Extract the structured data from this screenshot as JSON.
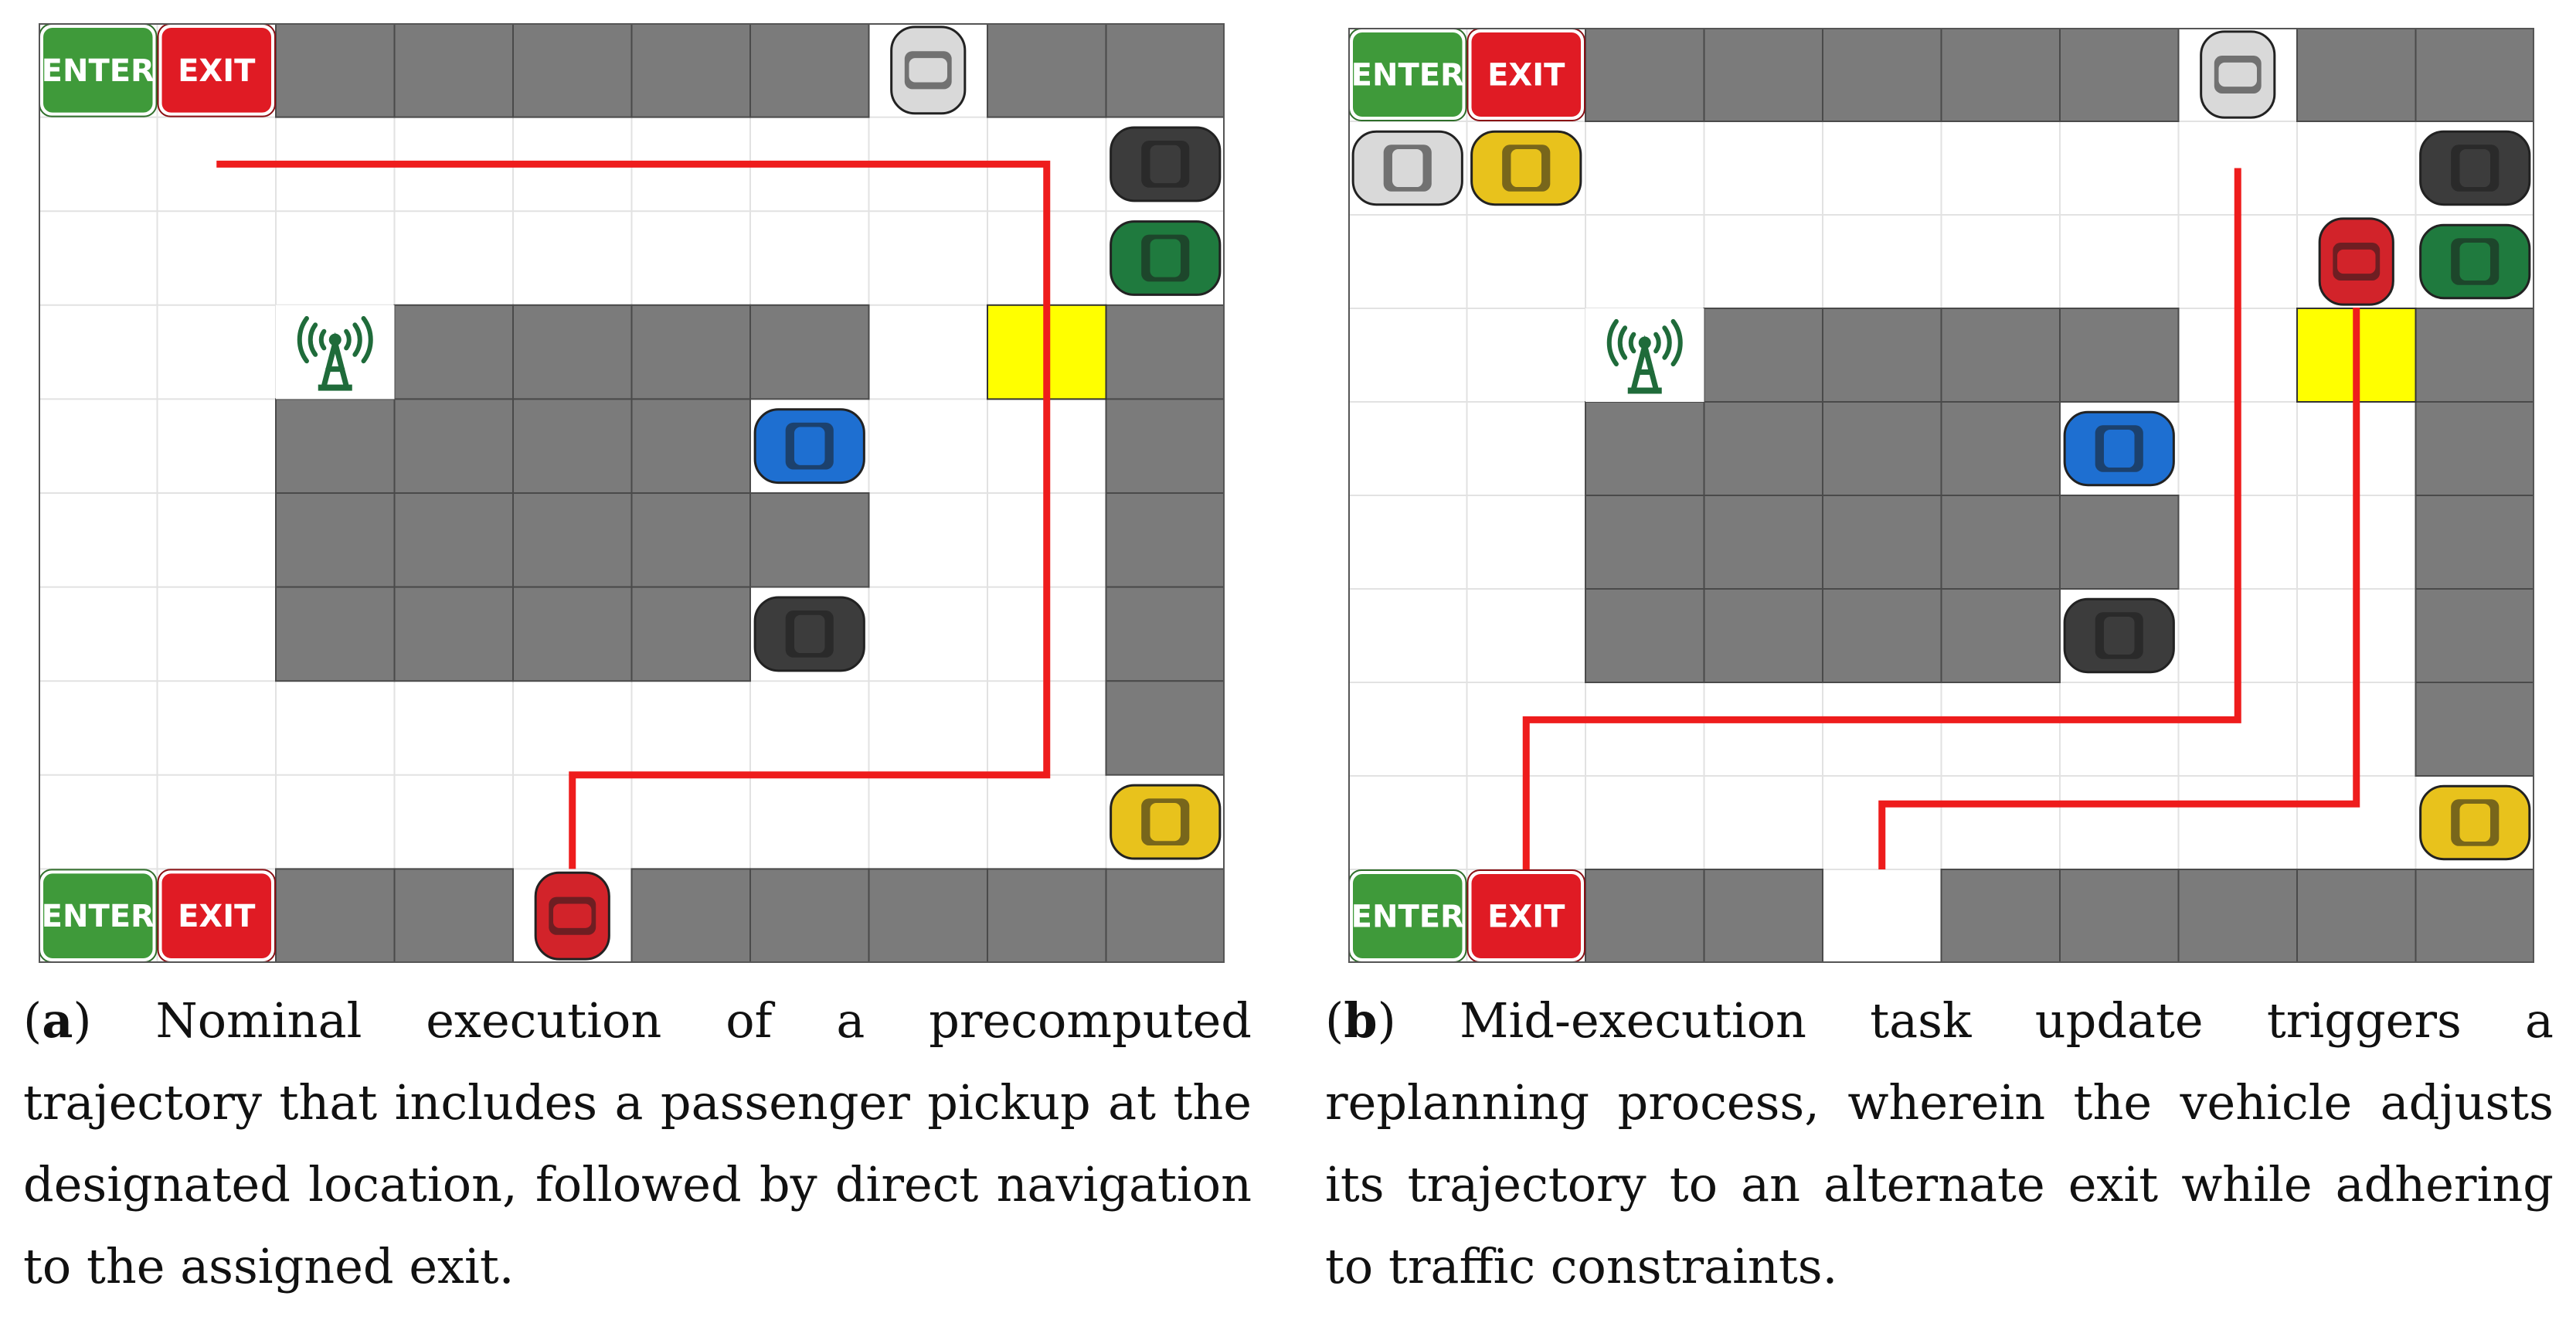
{
  "panels": [
    {
      "id": "a",
      "sign_enter": "ENTER",
      "sign_exit": "EXIT",
      "caption_letter": "a",
      "caption_text": "Nominal execution of a precomputed trajectory that includes a passenger pickup at the designated location, followed by direct navigation to the assigned exit.",
      "walls": [
        [
          2,
          0
        ],
        [
          3,
          0
        ],
        [
          4,
          0
        ],
        [
          5,
          0
        ],
        [
          6,
          0
        ],
        [
          8,
          0
        ],
        [
          9,
          0
        ],
        [
          3,
          3
        ],
        [
          4,
          3
        ],
        [
          5,
          3
        ],
        [
          6,
          3
        ],
        [
          9,
          3
        ],
        [
          2,
          4
        ],
        [
          3,
          4
        ],
        [
          4,
          4
        ],
        [
          5,
          4
        ],
        [
          9,
          4
        ],
        [
          2,
          5
        ],
        [
          3,
          5
        ],
        [
          4,
          5
        ],
        [
          5,
          5
        ],
        [
          6,
          5
        ],
        [
          9,
          5
        ],
        [
          2,
          6
        ],
        [
          3,
          6
        ],
        [
          4,
          6
        ],
        [
          5,
          6
        ],
        [
          9,
          6
        ],
        [
          9,
          7
        ],
        [
          2,
          9
        ],
        [
          3,
          9
        ],
        [
          5,
          9
        ],
        [
          6,
          9
        ],
        [
          7,
          9
        ],
        [
          8,
          9
        ],
        [
          9,
          9
        ]
      ],
      "pickup": [
        8,
        3
      ],
      "tower": [
        2,
        3
      ],
      "cars": [
        {
          "c": 7,
          "r": 0,
          "color": "#d9d9d9",
          "dir": "v"
        },
        {
          "c": 9,
          "r": 1,
          "color": "#3c3c3c",
          "dir": "h"
        },
        {
          "c": 9,
          "r": 2,
          "color": "#1f7a3e",
          "dir": "h"
        },
        {
          "c": 6,
          "r": 4,
          "color": "#1e6fd1",
          "dir": "h"
        },
        {
          "c": 6,
          "r": 6,
          "color": "#3c3c3c",
          "dir": "h"
        },
        {
          "c": 9,
          "r": 8,
          "color": "#e8c21c",
          "dir": "h"
        },
        {
          "c": 4,
          "r": 9,
          "color": "#d2232a",
          "dir": "v"
        }
      ],
      "signs": [
        [
          0,
          0
        ],
        [
          0,
          9
        ]
      ],
      "routes": [
        [
          [
            1.5,
            1.5
          ],
          [
            1.5,
            1.5
          ],
          [
            8.5,
            1.5
          ],
          [
            8.5,
            8.0
          ],
          [
            4.5,
            8.0
          ],
          [
            4.5,
            9.0
          ]
        ]
      ],
      "route_color": "#ee1c1c"
    },
    {
      "id": "b",
      "sign_enter": "ENTER",
      "sign_exit": "EXIT",
      "caption_letter": "b",
      "caption_text": "Mid-execution task update triggers a replanning process, wherein the vehicle adjusts its trajectory to an alternate exit while adhering to traffic constraints.",
      "walls": [
        [
          2,
          0
        ],
        [
          3,
          0
        ],
        [
          4,
          0
        ],
        [
          5,
          0
        ],
        [
          6,
          0
        ],
        [
          8,
          0
        ],
        [
          9,
          0
        ],
        [
          3,
          3
        ],
        [
          4,
          3
        ],
        [
          5,
          3
        ],
        [
          6,
          3
        ],
        [
          9,
          3
        ],
        [
          2,
          4
        ],
        [
          3,
          4
        ],
        [
          4,
          4
        ],
        [
          5,
          4
        ],
        [
          9,
          4
        ],
        [
          2,
          5
        ],
        [
          3,
          5
        ],
        [
          4,
          5
        ],
        [
          5,
          5
        ],
        [
          6,
          5
        ],
        [
          9,
          5
        ],
        [
          2,
          6
        ],
        [
          3,
          6
        ],
        [
          4,
          6
        ],
        [
          5,
          6
        ],
        [
          9,
          6
        ],
        [
          9,
          7
        ],
        [
          2,
          9
        ],
        [
          3,
          9
        ],
        [
          5,
          9
        ],
        [
          6,
          9
        ],
        [
          7,
          9
        ],
        [
          8,
          9
        ],
        [
          9,
          9
        ]
      ],
      "pickup": [
        8,
        3
      ],
      "tower": [
        2,
        3
      ],
      "cars": [
        {
          "c": 7,
          "r": 0,
          "color": "#d9d9d9",
          "dir": "v"
        },
        {
          "c": 0,
          "r": 1,
          "color": "#d9d9d9",
          "dir": "h"
        },
        {
          "c": 1,
          "r": 1,
          "color": "#e8c21c",
          "dir": "h"
        },
        {
          "c": 9,
          "r": 1,
          "color": "#3c3c3c",
          "dir": "h"
        },
        {
          "c": 8,
          "r": 2,
          "color": "#d2232a",
          "dir": "v"
        },
        {
          "c": 9,
          "r": 2,
          "color": "#1f7a3e",
          "dir": "h"
        },
        {
          "c": 6,
          "r": 4,
          "color": "#1e6fd1",
          "dir": "h"
        },
        {
          "c": 6,
          "r": 6,
          "color": "#3c3c3c",
          "dir": "h"
        },
        {
          "c": 9,
          "r": 8,
          "color": "#e8c21c",
          "dir": "h"
        }
      ],
      "signs": [
        [
          0,
          0
        ],
        [
          0,
          9
        ]
      ],
      "routes": [
        [
          [
            7.5,
            1.5
          ],
          [
            7.5,
            7.4
          ],
          [
            1.5,
            7.4
          ],
          [
            1.5,
            9.0
          ]
        ],
        [
          [
            8.5,
            2.5
          ],
          [
            8.5,
            8.3
          ],
          [
            4.5,
            8.3
          ],
          [
            4.5,
            9.0
          ]
        ]
      ],
      "route_color": "#ee1c1c"
    }
  ]
}
